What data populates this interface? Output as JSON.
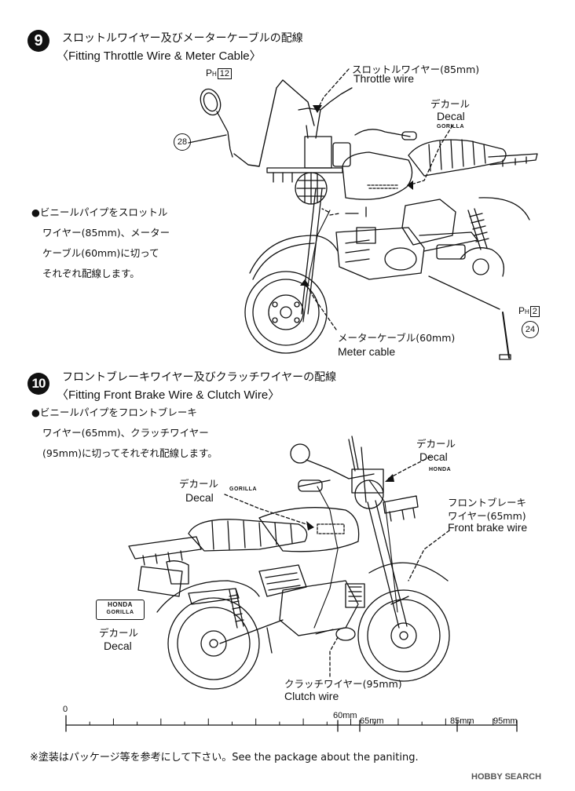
{
  "step9": {
    "number": "9",
    "title_jp": "スロットルワイヤー及びメーターケーブルの配線",
    "title_en": "〈Fitting Throttle Wire &  Meter Cable〉",
    "throttle_wire_jp": "スロットルワイヤー(85mm)",
    "throttle_wire_en": "Throttle wire",
    "decal_jp": "デカール",
    "decal_en": "Decal",
    "decal_badge": "GORILLA",
    "meter_cable_jp": "メーターケーブル(60mm)",
    "meter_cable_en": "Meter cable",
    "part_28": "28",
    "part_24": "24",
    "ph_letter": "P",
    "ph_sub": "H",
    "ph_12": "12",
    "ph_2": "2",
    "note_lines": [
      "●ビニールパイプをスロットル",
      "ワイヤー(85mm)、メーター",
      "ケーブル(60mm)に切って",
      "それぞれ配線します。"
    ]
  },
  "step10": {
    "number": "10",
    "title_jp": "フロントブレーキワイヤー及びクラッチワイヤーの配線",
    "title_en": "〈Fitting Front Brake Wire & Clutch Wire〉",
    "note_lines": [
      "●ビニールパイプをフロントブレーキ",
      "ワイヤー(65mm)、クラッチワイヤー",
      "(95mm)に切ってそれぞれ配線します。"
    ],
    "decal_jp": "デカール",
    "decal_en": "Decal",
    "decal_badge_gorilla": "GORILLA",
    "decal_badge_honda": "HONDA",
    "brake_wire_jp1": "フロントブレーキ",
    "brake_wire_jp2": "ワイヤー(65mm)",
    "brake_wire_en": "Front brake wire",
    "clutch_wire_jp": "クラッチワイヤー(95mm)",
    "clutch_wire_en": "Clutch wire"
  },
  "ruler": {
    "zero": "0",
    "labels": [
      "60mm",
      "65mm",
      "85mm",
      "95mm"
    ]
  },
  "footer": {
    "note": "※塗装はパッケージ等を参考にして下さい。See the package about the paniting.",
    "watermark": "HOBBY SEARCH"
  }
}
